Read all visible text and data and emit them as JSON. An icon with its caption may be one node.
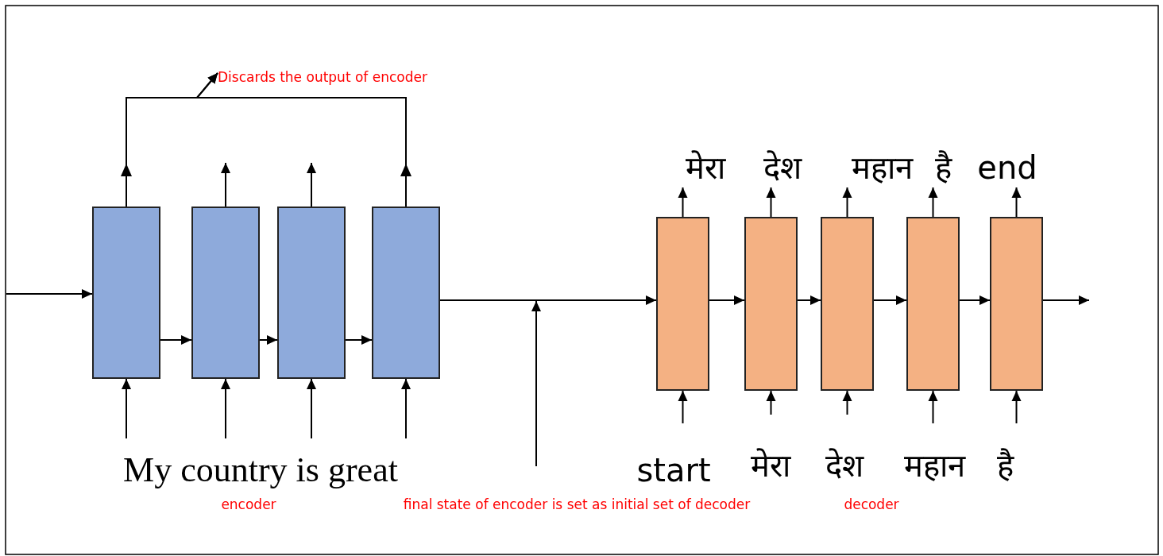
{
  "diagram": {
    "nodes": [
      {
        "text": [
          "Discards the output of encoder"
        ]
      },
      {
        "text": [],
        "shape": "box"
      },
      {
        "text": [],
        "shape": "box"
      },
      {
        "text": [],
        "shape": "box"
      },
      {
        "text": [],
        "shape": "box"
      },
      {
        "text": [],
        "shape": "box"
      },
      {
        "text": [],
        "shape": "box"
      },
      {
        "text": [],
        "shape": "box"
      },
      {
        "text": [],
        "shape": "box"
      },
      {
        "text": [],
        "shape": "box"
      },
      {
        "text": [
          "मेरा"
        ]
      },
      {
        "text": [
          "देश"
        ]
      },
      {
        "text": [
          "महान"
        ]
      },
      {
        "text": [
          "है"
        ]
      },
      {
        "text": [
          "end"
        ]
      }
    ],
    "edges": [
      {
        "from": null,
        "to": 1,
        "arrow": "to"
      },
      {
        "from": 1,
        "to": 2,
        "arrow": "to"
      },
      {
        "from": 2,
        "to": 3,
        "arrow": "to"
      },
      {
        "from": 3,
        "to": 4,
        "arrow": "to"
      },
      {
        "from": 1,
        "to": 0,
        "arrow": "to"
      },
      {
        "from": 2,
        "to": null,
        "arrow": "to"
      },
      {
        "from": 3,
        "to": null,
        "arrow": "to"
      },
      {
        "from": 4,
        "to": 0,
        "arrow": "to"
      },
      {
        "from": null,
        "to": 1,
        "arrow": "to"
      },
      {
        "from": null,
        "to": 2,
        "arrow": "to"
      },
      {
        "from": null,
        "to": 3,
        "arrow": "to"
      },
      {
        "from": null,
        "to": 4,
        "arrow": "to"
      },
      {
        "from": 4,
        "to": 5,
        "arrow": "to"
      },
      {
        "from": 5,
        "to": 6,
        "arrow": "to"
      },
      {
        "from": 6,
        "to": 7,
        "arrow": "to"
      },
      {
        "from": 7,
        "to": 8,
        "arrow": "to"
      },
      {
        "from": 8,
        "to": 9,
        "arrow": "to"
      },
      {
        "from": 9,
        "to": null,
        "arrow": "to"
      },
      {
        "from": 5,
        "to": 10,
        "arrow": "to"
      },
      {
        "from": 6,
        "to": 11,
        "arrow": "to"
      },
      {
        "from": 7,
        "to": 12,
        "arrow": "to"
      },
      {
        "from": 8,
        "to": 13,
        "arrow": "to"
      },
      {
        "from": 9,
        "to": 14,
        "arrow": "to"
      },
      {
        "from": null,
        "to": 5,
        "arrow": "to"
      },
      {
        "from": null,
        "to": 6,
        "arrow": "to"
      },
      {
        "from": null,
        "to": 7,
        "arrow": "to"
      },
      {
        "from": null,
        "to": 8,
        "arrow": "to"
      },
      {
        "from": null,
        "to": 9,
        "arrow": "to"
      }
    ],
    "labels": [
      "My country is great",
      "start",
      "मेरा",
      "देश",
      "महान",
      "है",
      "encoder",
      "final state of encoder is set as initial set of decoder",
      "decoder"
    ]
  }
}
